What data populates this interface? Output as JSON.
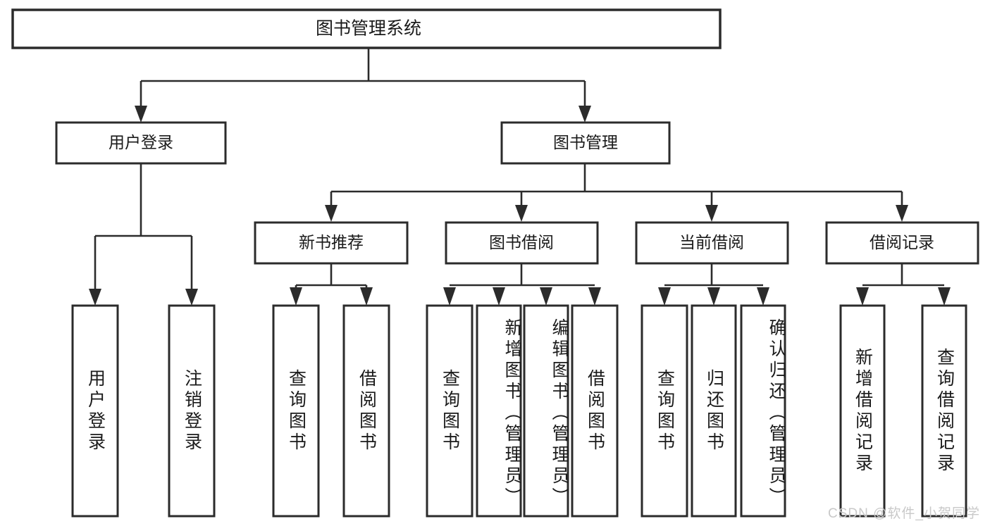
{
  "diagram": {
    "type": "tree",
    "title": "图书管理系统",
    "orientation": "top-down",
    "colors": {
      "box_fill": "#ffffff",
      "box_stroke": "#2b2b2b",
      "line": "#2b2b2b",
      "text": "#1a1a1a",
      "watermark": "#c9c9c9",
      "background": "#ffffff"
    }
  },
  "watermark": {
    "text": "CSDN @软件_小贺同学"
  },
  "nodes": {
    "root": {
      "label": "图书管理系统",
      "level": 1
    },
    "level2": [
      {
        "id": "user-login",
        "label": "用户登录"
      },
      {
        "id": "book-manage",
        "label": "图书管理"
      }
    ],
    "level3": [
      {
        "id": "new-book-recommend",
        "label": "新书推荐",
        "parent": "book-manage"
      },
      {
        "id": "book-borrow",
        "label": "图书借阅",
        "parent": "book-manage"
      },
      {
        "id": "current-borrow",
        "label": "当前借阅",
        "parent": "book-manage"
      },
      {
        "id": "borrow-record",
        "label": "借阅记录",
        "parent": "book-manage"
      }
    ],
    "leaves": [
      {
        "id": "leaf-user-login",
        "label": "用户登录",
        "parent": "user-login"
      },
      {
        "id": "leaf-user-logout",
        "label": "注销登录",
        "parent": "user-login"
      },
      {
        "id": "leaf-query-book-1",
        "label": "查询图书",
        "parent": "new-book-recommend"
      },
      {
        "id": "leaf-borrow-book-1",
        "label": "借阅图书",
        "parent": "new-book-recommend"
      },
      {
        "id": "leaf-query-book-2",
        "label": "查询图书",
        "parent": "book-borrow"
      },
      {
        "id": "leaf-add-book",
        "label": "新增图书（管理员）",
        "parent": "book-borrow"
      },
      {
        "id": "leaf-edit-book",
        "label": "编辑图书（管理员）",
        "parent": "book-borrow"
      },
      {
        "id": "leaf-borrow-book-2",
        "label": "借阅图书",
        "parent": "book-borrow"
      },
      {
        "id": "leaf-query-book-3",
        "label": "查询图书",
        "parent": "current-borrow"
      },
      {
        "id": "leaf-return-book",
        "label": "归还图书",
        "parent": "current-borrow"
      },
      {
        "id": "leaf-confirm-return",
        "label": "确认归还（管理员）",
        "parent": "current-borrow"
      },
      {
        "id": "leaf-add-record",
        "label": "新增借阅记录",
        "parent": "borrow-record"
      },
      {
        "id": "leaf-query-record",
        "label": "查询借阅记录",
        "parent": "borrow-record"
      }
    ]
  }
}
